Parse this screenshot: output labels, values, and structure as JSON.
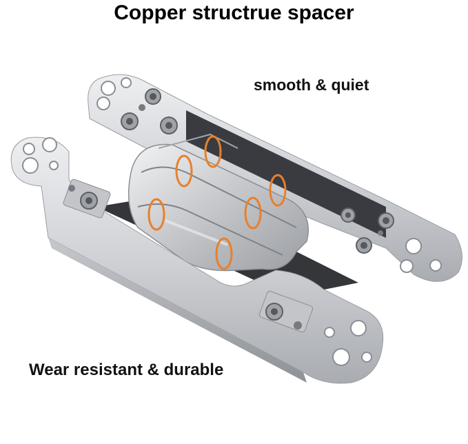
{
  "heading": "Copper structrue spacer",
  "callouts": {
    "smooth": "smooth & quiet",
    "durable": "Wear resistant & durable"
  },
  "colors": {
    "metal_light": "#dcdde0",
    "metal_mid": "#b9bbbf",
    "metal_dark": "#8d9095",
    "shadow": "#2c2d31",
    "highlight_ring": "#e8802a"
  }
}
